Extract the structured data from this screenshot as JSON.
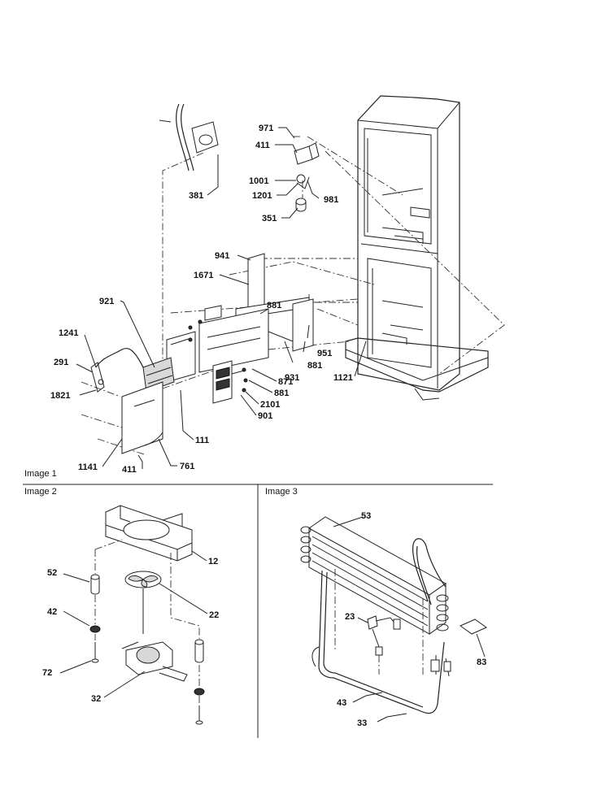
{
  "sections": [
    {
      "id": "image-1",
      "title": "Image 1"
    },
    {
      "id": "image-2",
      "title": "Image 2"
    },
    {
      "id": "image-3",
      "title": "Image 3"
    }
  ],
  "callouts": {
    "image_1": [
      "381",
      "971",
      "411",
      "1001",
      "1201",
      "981",
      "351",
      "941",
      "1671",
      "921",
      "881",
      "1241",
      "291",
      "1821",
      "951",
      "881",
      "931",
      "1121",
      "871",
      "881",
      "2101",
      "901",
      "111",
      "1141",
      "411",
      "761"
    ],
    "image_2": [
      "12",
      "52",
      "22",
      "42",
      "72",
      "32"
    ],
    "image_3": [
      "53",
      "23",
      "83",
      "43",
      "33"
    ]
  }
}
